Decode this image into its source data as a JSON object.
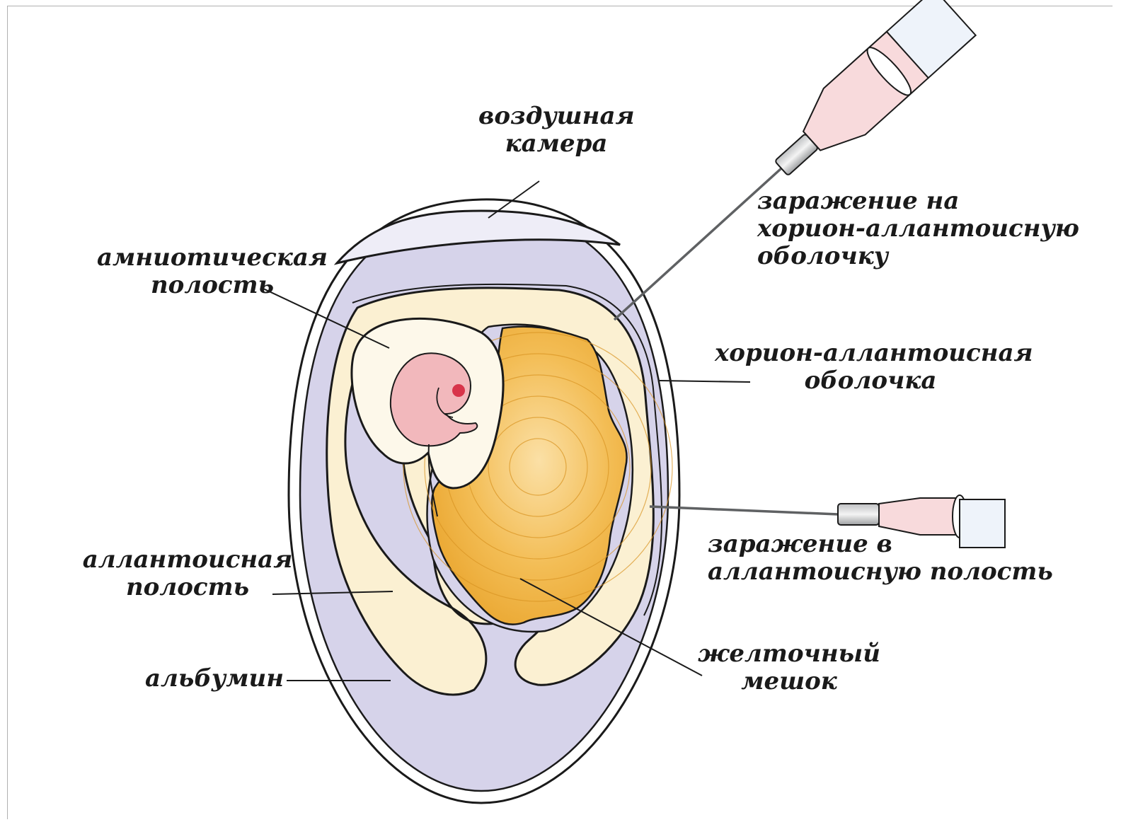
{
  "labels": {
    "air_chamber": [
      "воздушная",
      "камера"
    ],
    "amniotic_cavity": [
      "амниотическая",
      "полость"
    ],
    "chorioallantoic_inoculation": [
      "заражение на",
      "хорион-аллантоисную",
      "оболочку"
    ],
    "chorioallantoic_membrane": [
      "хорион-аллантоисная",
      "оболочка"
    ],
    "allantoic_inoculation": [
      "заражение в",
      "аллантоисную полость"
    ],
    "allantoic_cavity": [
      "аллантоисная",
      "полость"
    ],
    "albumin": [
      "альбумин"
    ],
    "yolk_sac": [
      "желточный",
      "мешок"
    ]
  },
  "colors": {
    "albumin": "#d6d3ea",
    "allantoic": "#fbf0d2",
    "amnion": "#fdf8ea",
    "yolk": "#efad36",
    "embryo": "#f2b8bc",
    "syringe_body": "#f8dadc",
    "outline": "#1a1a1a"
  }
}
